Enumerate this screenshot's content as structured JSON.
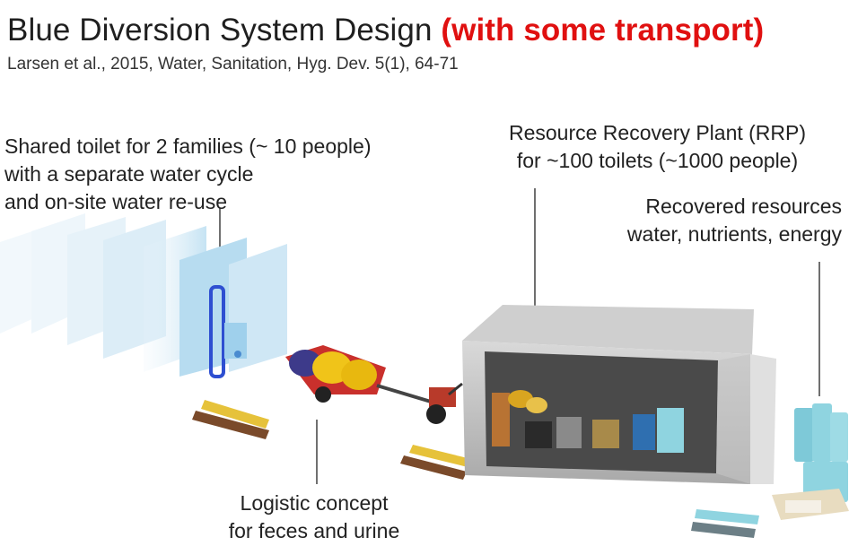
{
  "header": {
    "title_main": "Blue Diversion System Design",
    "title_accent": "(with some transport)",
    "accent_color": "#e01010",
    "subtitle": "Larsen et al., 2015, Water, Sanitation, Hyg. Dev. 5(1), 64-71"
  },
  "labels": {
    "toilet": [
      "Shared toilet for 2 families (~ 10 people)",
      "with a separate water cycle",
      "and on-site water re-use"
    ],
    "rrp": [
      "Resource Recovery Plant (RRP)",
      "for ~100 toilets (~1000 people)"
    ],
    "recovered": [
      "Recovered resources",
      "water, nutrients, energy"
    ],
    "logistic": [
      "Logistic concept",
      "for feces and urine"
    ]
  },
  "icons": {
    "toilet": "toilet-row-illustration",
    "cart": "hand-tractor-with-tanks-illustration",
    "container": "shipping-container-plant-illustration",
    "resources": "recovered-resource-pallets-illustration",
    "arrows": "flow-arrow-icon"
  },
  "colors": {
    "urine_arrow": "#e6c23a",
    "feces_arrow": "#7a4a2a",
    "water_arrow": "#8fd4e0",
    "toilet_blue": "#7ec3e6",
    "container_grey": "#b9b9b9"
  }
}
